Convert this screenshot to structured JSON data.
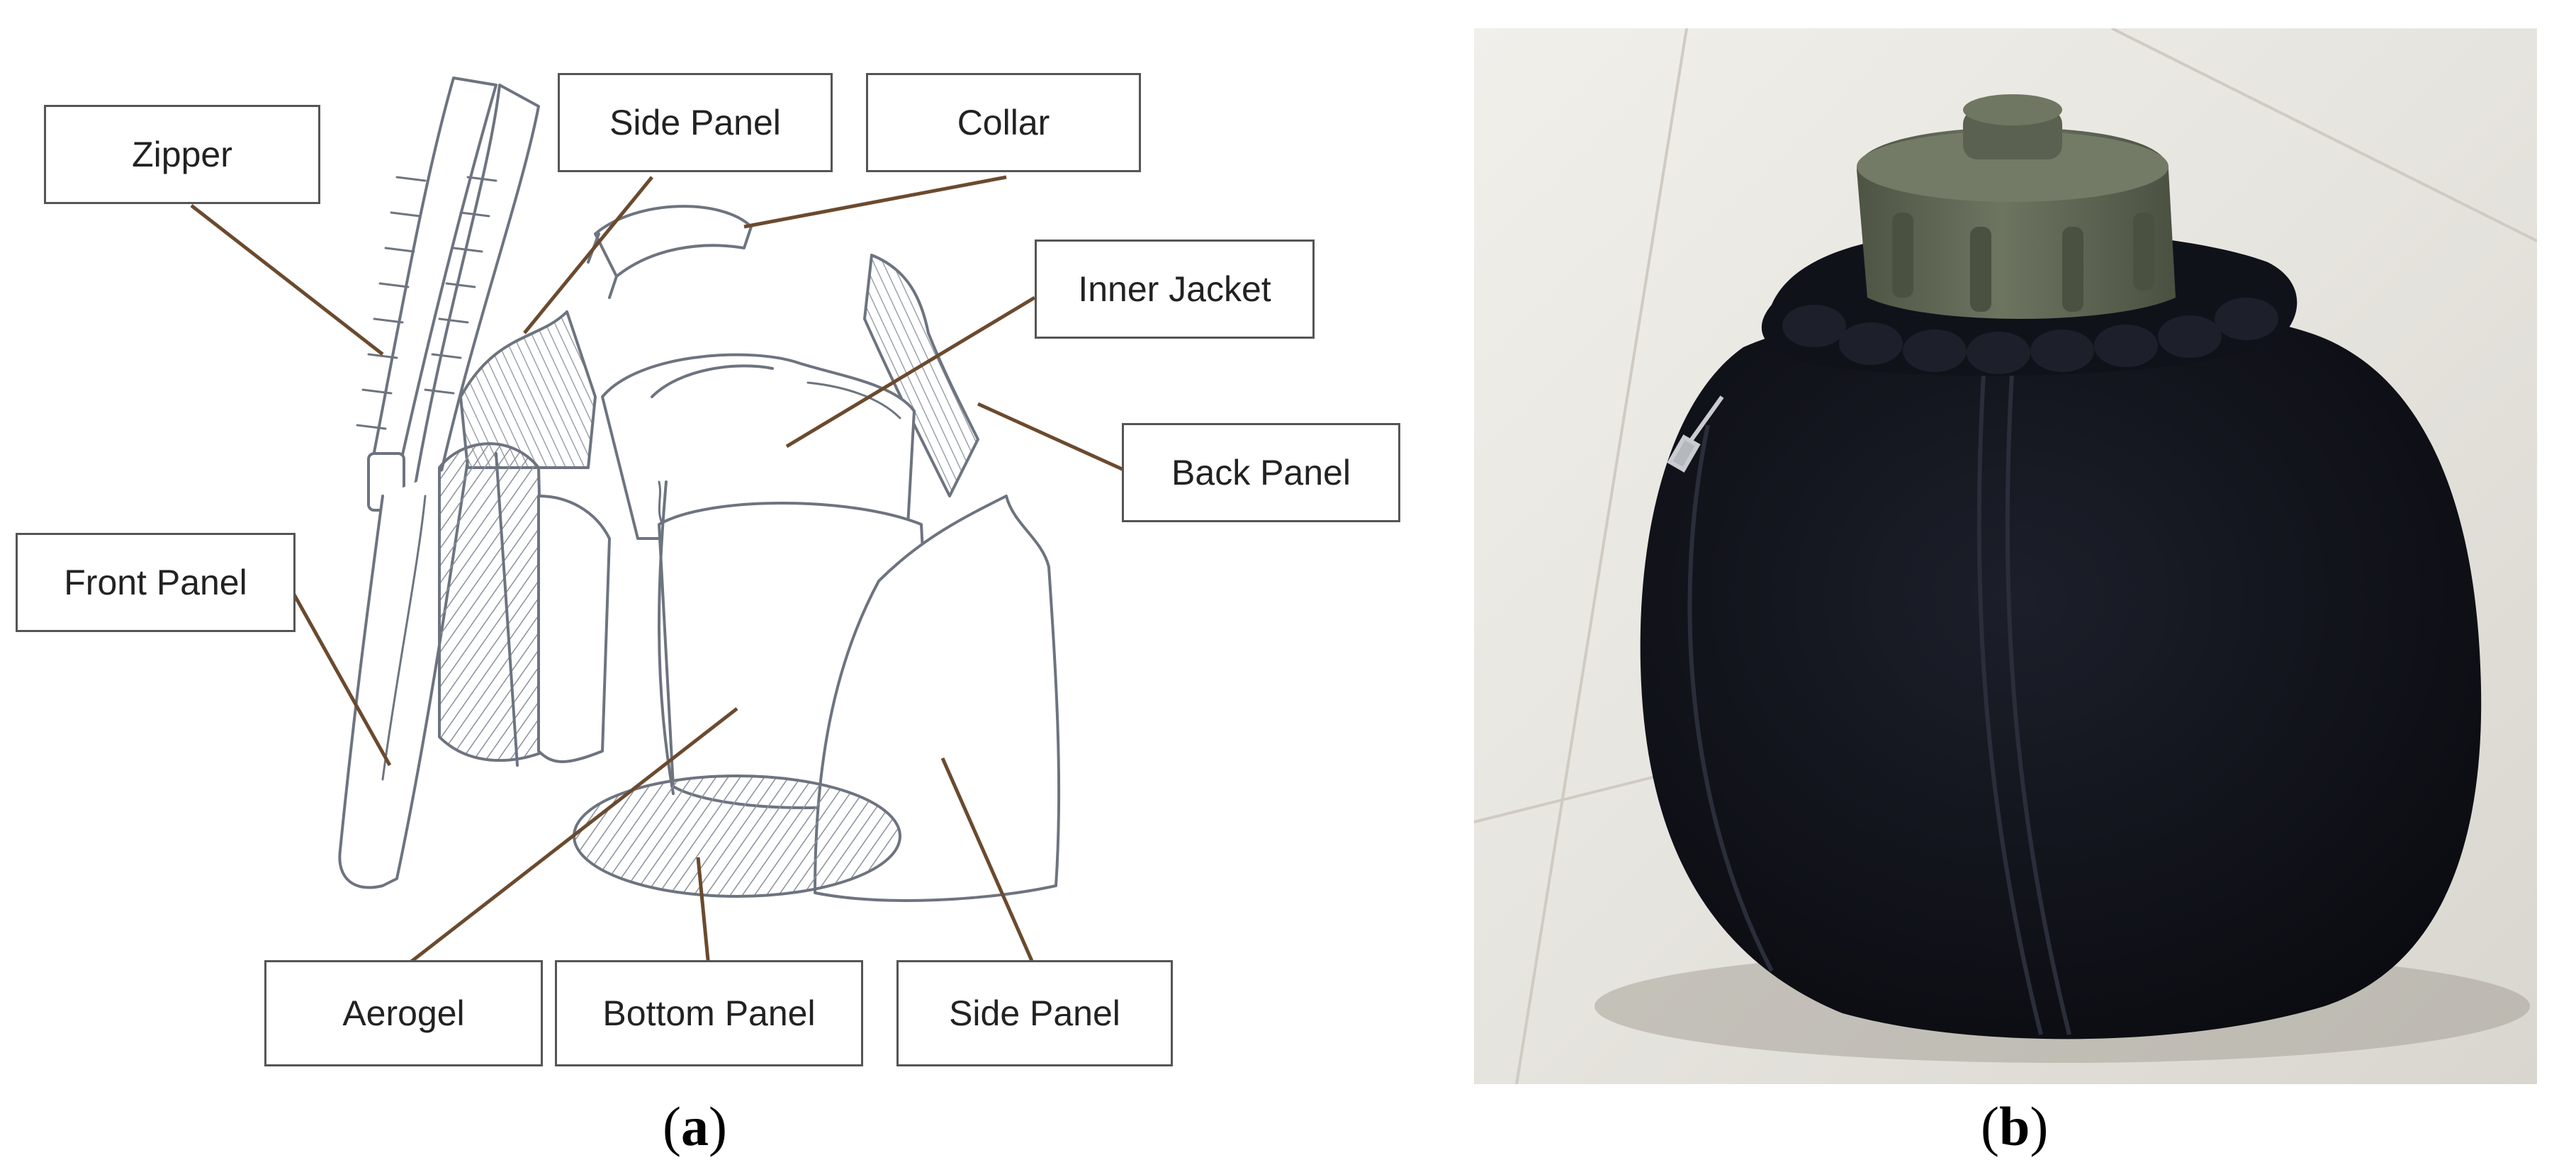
{
  "panel_a": {
    "labels": {
      "zipper": "Zipper",
      "side_panel_top": "Side Panel",
      "collar": "Collar",
      "inner_jacket": "Inner Jacket",
      "back_panel": "Back Panel",
      "front_panel": "Front Panel",
      "aerogel": "Aerogel",
      "bottom_panel": "Bottom Panel",
      "side_panel_bottom": "Side Panel"
    },
    "caption_letter": "a"
  },
  "panel_b": {
    "caption_letter": "b"
  },
  "colors": {
    "leader_line": "#6b4a2e",
    "sketch_stroke": "#6d7480",
    "pouch": "#14161f",
    "cap": "#5d6552",
    "floor": "#e8e6e0"
  }
}
